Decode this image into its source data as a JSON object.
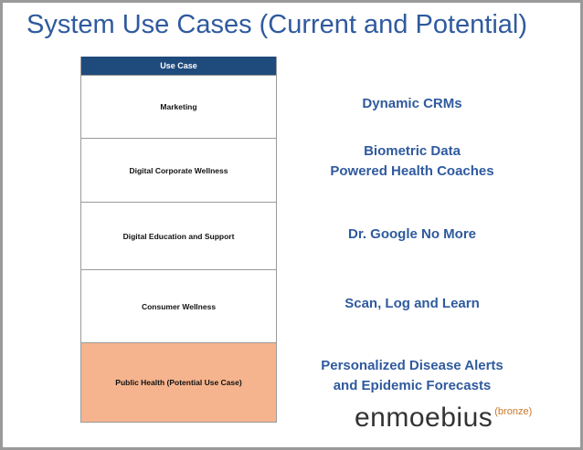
{
  "slide": {
    "title": "System Use Cases (Current and Potential)"
  },
  "table": {
    "header": "Use Case",
    "rows": [
      {
        "label": "Marketing"
      },
      {
        "label": "Digital Corporate Wellness"
      },
      {
        "label": "Digital Education and Support"
      },
      {
        "label": "Consumer Wellness"
      },
      {
        "label": "Public Health (Potential Use Case)"
      }
    ]
  },
  "use_cases": [
    {
      "line1": "Dynamic CRMs",
      "line2": ""
    },
    {
      "line1": "Biometric Data",
      "line2": "Powered Health Coaches"
    },
    {
      "line1": "Dr. Google No More",
      "line2": ""
    },
    {
      "line1": "Scan, Log and Learn",
      "line2": ""
    },
    {
      "line1": "Personalized Disease Alerts",
      "line2": "and Epidemic Forecasts"
    }
  ],
  "logo": {
    "main": "enmoebius",
    "sub": "(bronze)"
  },
  "colors": {
    "title": "#2f5a9e",
    "table_header_bg": "#1f4a7c",
    "highlight_row_bg": "#f5b48e",
    "use_case_text": "#2f5a9e"
  }
}
